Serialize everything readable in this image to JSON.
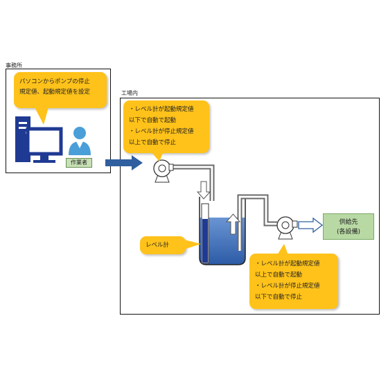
{
  "office": {
    "label": "事務所",
    "callout_lines": [
      "パソコンからポンプの停止",
      "規定値、起動規定値を設定"
    ],
    "operator_label": "作業者"
  },
  "factory": {
    "label": "工場内",
    "callout_top_lines": [
      "・レベル計が起動規定値",
      "以下で自動で起動",
      "・レベル計が停止規定値",
      "以上で自動で停止"
    ],
    "level_meter_label": "レベル計",
    "callout_bottom_lines": [
      "・レベル計が起動規定値",
      "以上で自動で起動",
      "・レベル計が停止規定値",
      "以下で自動で停止"
    ],
    "supply_lines": [
      "供給先",
      "(各設備)"
    ]
  },
  "colors": {
    "callout": "#ffc21a",
    "supply_box": "#b8d9a3",
    "water": "#3f6fb5",
    "pc": "#1f3a93",
    "person": "#4a9fd8",
    "arrow": "#2f5f9e"
  }
}
